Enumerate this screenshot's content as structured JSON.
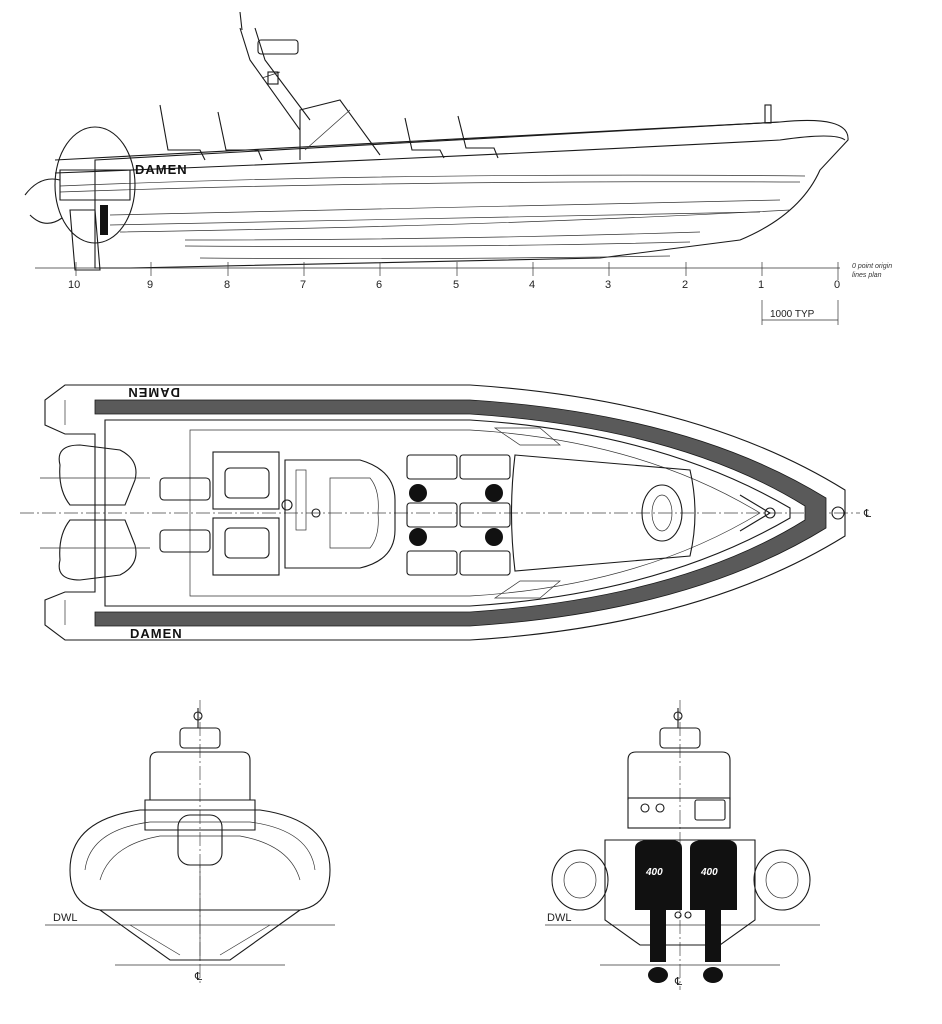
{
  "brand": "DAMEN",
  "station_numbers": [
    "0",
    "1",
    "2",
    "3",
    "4",
    "5",
    "6",
    "7",
    "8",
    "9",
    "10"
  ],
  "origin_note": [
    "0 point origin",
    "lines plan"
  ],
  "scale_label": "1000 TYP",
  "waterline_label": "DWL",
  "centerline_symbol": "℄",
  "engine_power": "400",
  "icons": [
    "radar-dome-icon",
    "engine-icon",
    "seat-icon",
    "centerline-icon"
  ]
}
